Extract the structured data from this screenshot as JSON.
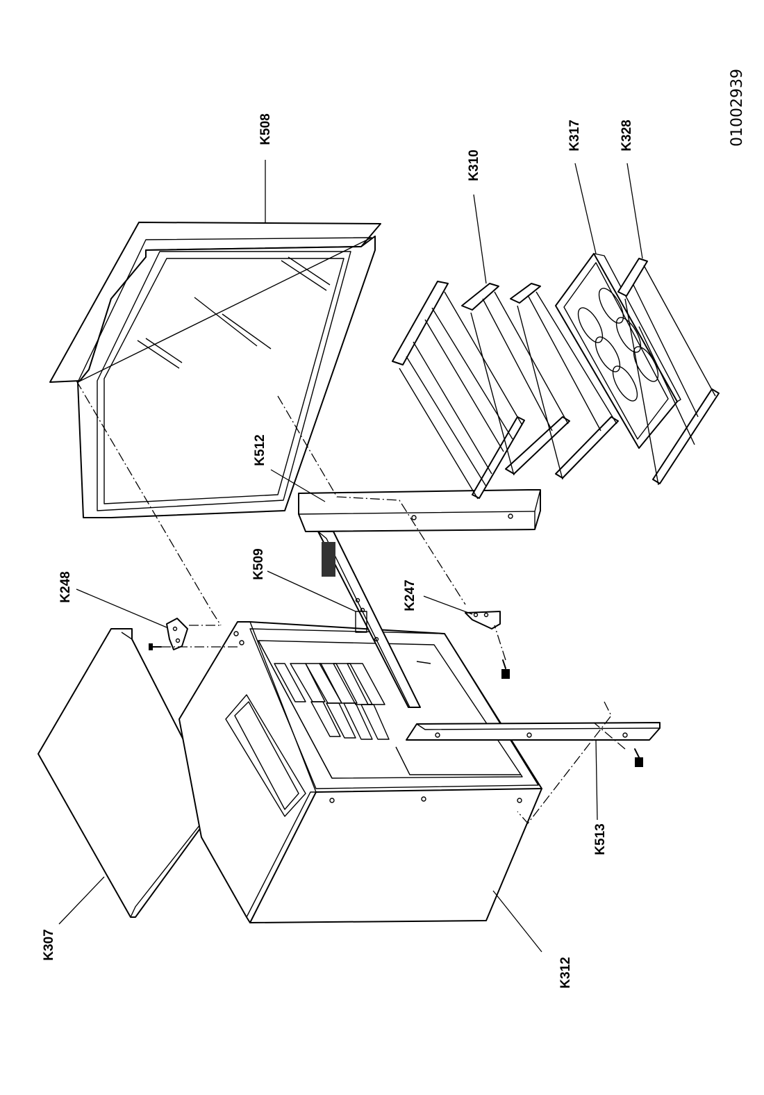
{
  "diagram": {
    "document_number": "01002939",
    "parts": [
      {
        "id": "k307",
        "label": "K307"
      },
      {
        "id": "k312",
        "label": "K312"
      },
      {
        "id": "k248",
        "label": "K248"
      },
      {
        "id": "k509",
        "label": "K509"
      },
      {
        "id": "k247",
        "label": "K247"
      },
      {
        "id": "k512",
        "label": "K512"
      },
      {
        "id": "k513",
        "label": "K513"
      },
      {
        "id": "k508",
        "label": "K508"
      },
      {
        "id": "k310",
        "label": "K310"
      },
      {
        "id": "k317",
        "label": "K317"
      },
      {
        "id": "k328",
        "label": "K328"
      }
    ]
  }
}
